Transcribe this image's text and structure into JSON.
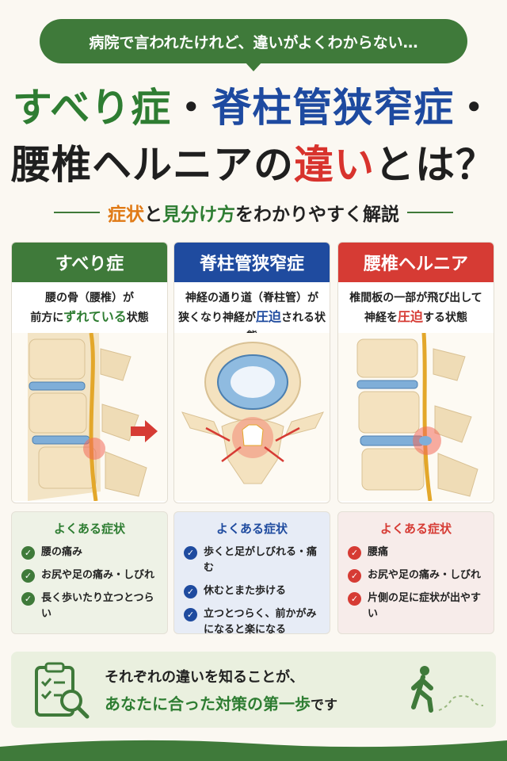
{
  "header": {
    "bubble": "病院で言われたけれど、違いがよくわからない…",
    "title_line1": [
      "すべり症",
      "・",
      "脊柱管狭窄症",
      "・"
    ],
    "title_line2": [
      "腰椎ヘルニアの",
      "違い",
      "とは？"
    ],
    "subtitle": [
      "症状",
      "と",
      "見分け方",
      "をわかりやすく解説"
    ]
  },
  "cards": [
    {
      "title": "すべり症",
      "desc_line1": "腰の骨（腰椎）が",
      "desc_line2_pre": "前方に",
      "desc_line2_em": "ずれている",
      "desc_line2_post": "状態",
      "symptoms_title": "よくある症状",
      "symptoms": [
        "腰の痛み",
        "お尻や足の痛み・しびれ",
        "長く歩いたり立つとつらい"
      ]
    },
    {
      "title": "脊柱管狭窄症",
      "desc_line1": "神経の通り道（脊柱管）が",
      "desc_line2_pre": "狭くなり神経が",
      "desc_line2_em": "圧迫",
      "desc_line2_post": "される状態",
      "symptoms_title": "よくある症状",
      "symptoms": [
        "歩くと足がしびれる・痛む",
        "休むとまた歩ける",
        "立つとつらく、前かがみになると楽になる"
      ]
    },
    {
      "title": "腰椎ヘルニア",
      "desc_line1": "椎間板の一部が飛び出して",
      "desc_line2_pre": "神経を",
      "desc_line2_em": "圧迫",
      "desc_line2_post": "する状態",
      "symptoms_title": "よくある症状",
      "symptoms": [
        "腰痛",
        "お尻や足の痛み・しびれ",
        "片側の足に症状が出やすい"
      ]
    }
  ],
  "footer": {
    "line1": "それぞれの違いを知ることが、",
    "line2": "あなたに合った対策の第一歩",
    "line2_tail": "です"
  },
  "icons": {
    "check": "check-circle-icon",
    "clipboard": "clipboard-search-icon",
    "walker": "walking-person-icon",
    "arrow": "red-arrow-icon"
  },
  "colors": {
    "green": "#3f7a3a",
    "blue": "#1f4b9f",
    "red": "#d63b34",
    "orange": "#e07a16"
  }
}
